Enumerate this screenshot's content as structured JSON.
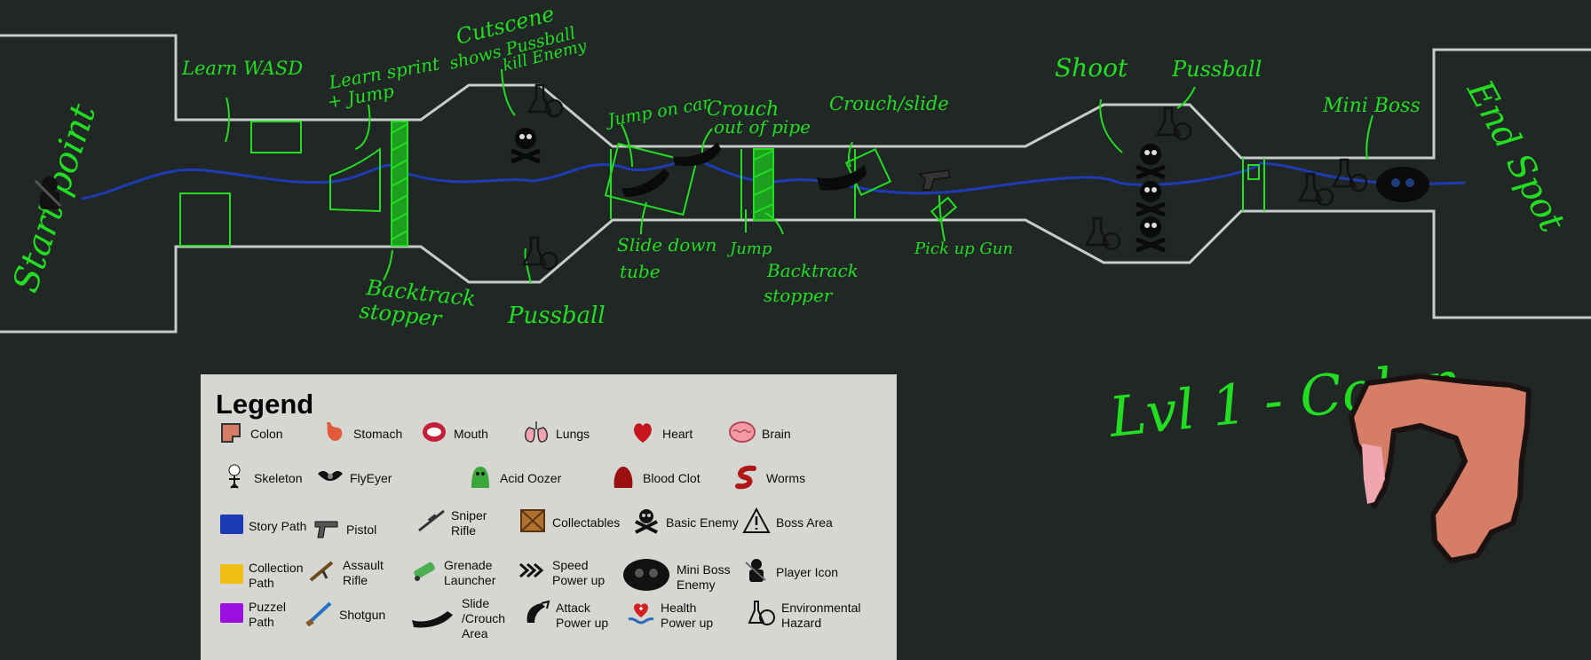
{
  "map": {
    "labels": {
      "start": "Start point",
      "end": "End Spot",
      "learn_wasd": "Learn WASD",
      "learn_sprint_1": "Learn sprint",
      "learn_sprint_2": "+ Jump",
      "cutscene_1": "Cutscene",
      "cutscene_2": "shows Pussball",
      "cutscene_3": "kill Enemy",
      "backtrack_1a": "Backtrack",
      "backtrack_1b": "stopper",
      "pussball_lower": "Pussball",
      "jump_on_car": "Jump on car",
      "crouch_1": "Crouch",
      "crouch_2": "out of pipe",
      "slide_1": "Slide down",
      "slide_2": "tube",
      "jump": "Jump",
      "backtrack_2a": "Backtrack",
      "backtrack_2b": "stopper",
      "crouch_slide": "Crouch/slide",
      "pick_up_gun": "Pick up Gun",
      "shoot": "Shoot",
      "pussball_upper": "Pussball",
      "mini_boss": "Mini Boss"
    },
    "level_title": "Lvl 1 - Colon"
  },
  "legend": {
    "title": "Legend",
    "items": [
      {
        "label": "Colon",
        "icon": "colon-icon"
      },
      {
        "label": "Stomach",
        "icon": "stomach-icon"
      },
      {
        "label": "Mouth",
        "icon": "mouth-icon"
      },
      {
        "label": "Lungs",
        "icon": "lungs-icon"
      },
      {
        "label": "Heart",
        "icon": "heart-icon"
      },
      {
        "label": "Brain",
        "icon": "brain-icon"
      },
      {
        "label": "Skeleton",
        "icon": "skeleton-icon"
      },
      {
        "label": "FlyEyer",
        "icon": "flyeyer-icon"
      },
      {
        "label": "Acid Oozer",
        "icon": "acid-oozer-icon"
      },
      {
        "label": "Blood Clot",
        "icon": "blood-clot-icon"
      },
      {
        "label": "Worms",
        "icon": "worms-icon"
      },
      {
        "label": "Story Path",
        "icon": "story-path-swatch"
      },
      {
        "label": "Pistol",
        "icon": "pistol-icon"
      },
      {
        "label": "Sniper\nRifle",
        "icon": "sniper-rifle-icon"
      },
      {
        "label": "Collectables",
        "icon": "crate-icon"
      },
      {
        "label": "Basic Enemy",
        "icon": "skull-crossbones-icon"
      },
      {
        "label": "Boss Area",
        "icon": "warning-triangle-icon"
      },
      {
        "label": "Collection\nPath",
        "icon": "collection-path-swatch"
      },
      {
        "label": "Assault\nRifle",
        "icon": "assault-rifle-icon"
      },
      {
        "label": "Grenade\nLauncher",
        "icon": "grenade-launcher-icon"
      },
      {
        "label": "Speed\nPower up",
        "icon": "speed-arrows-icon"
      },
      {
        "label": "Mini Boss\nEnemy",
        "icon": "mini-boss-icon"
      },
      {
        "label": "Player Icon",
        "icon": "player-icon"
      },
      {
        "label": "Puzzel\nPath",
        "icon": "puzzle-path-swatch"
      },
      {
        "label": "Shotgun",
        "icon": "shotgun-icon"
      },
      {
        "label": "Slide\n/Crouch\nArea",
        "icon": "slide-icon"
      },
      {
        "label": "Attack\nPower up",
        "icon": "attack-power-icon"
      },
      {
        "label": "Health\nPower up",
        "icon": "health-power-icon"
      },
      {
        "label": "Environmental\nHazard",
        "icon": "environmental-hazard-icon"
      }
    ]
  },
  "colors": {
    "background": "#212725",
    "legend_bg": "#d6d7d2",
    "annotation": "#22dd22",
    "story_path": "#1c3bb5",
    "collection_path": "#f0be12",
    "puzzle_path": "#9a10e3",
    "walls": "#c9cbc8"
  }
}
